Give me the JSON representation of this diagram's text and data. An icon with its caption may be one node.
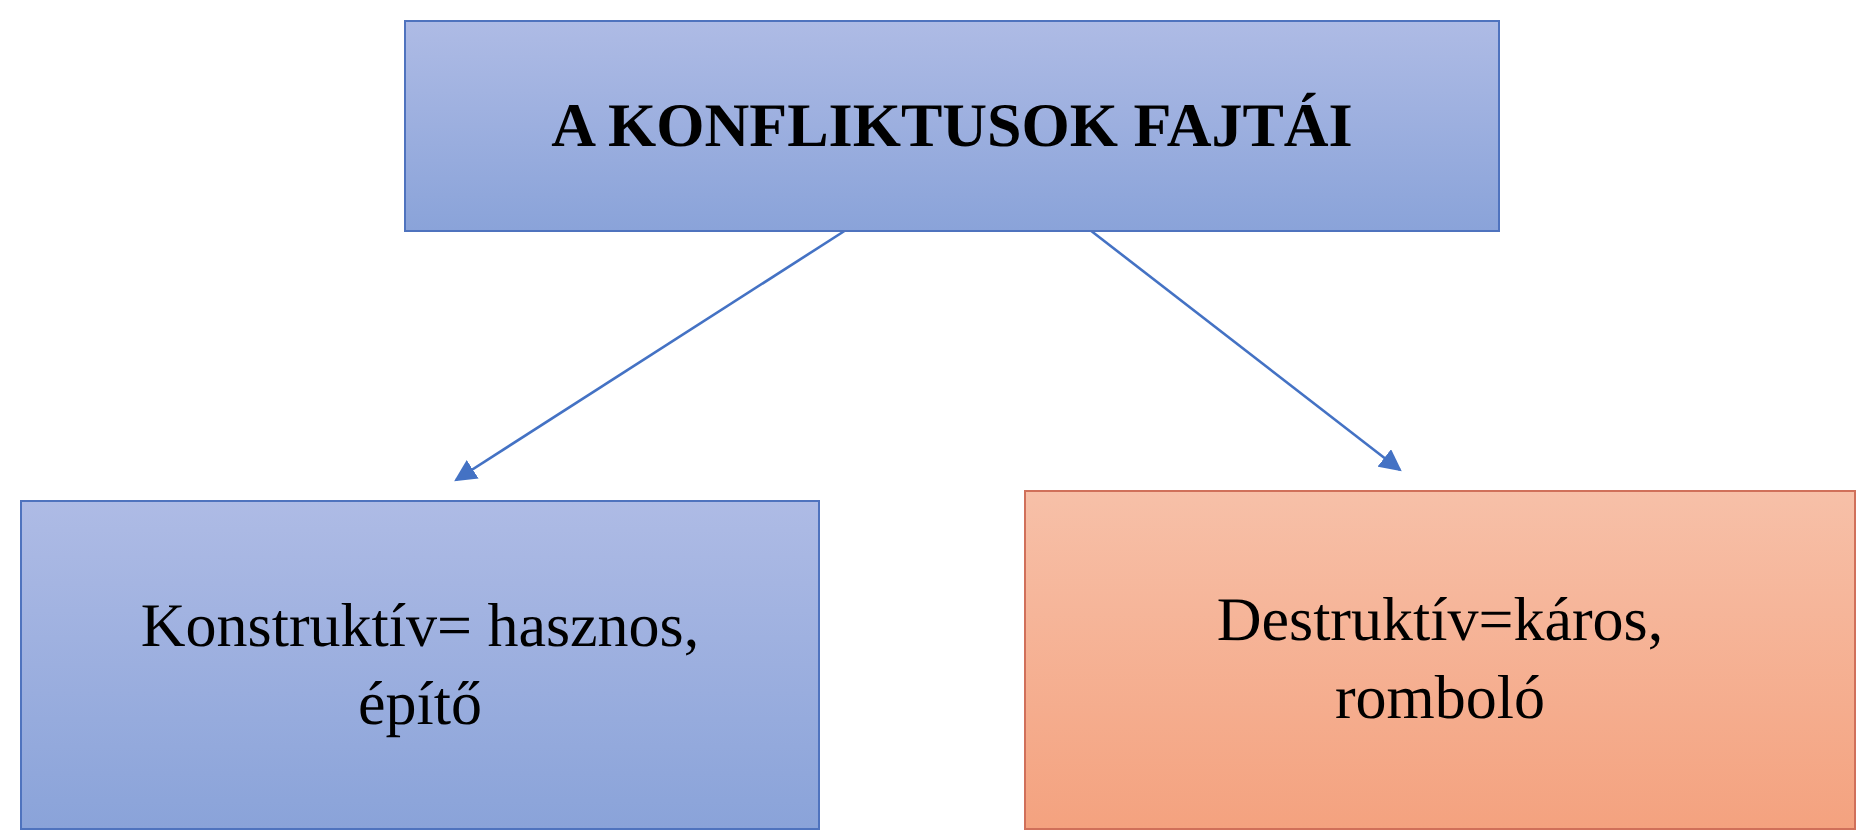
{
  "diagram": {
    "nodes": [
      {
        "text": [
          "A KONFLIKTUSOK FAJTÁI"
        ]
      },
      {
        "text": [
          "Konstruktív= hasznos, építő"
        ]
      },
      {
        "text": [
          "Destruktív=káros, romboló"
        ]
      }
    ],
    "edges": [
      {
        "from": 0,
        "to": 1,
        "arrow": "to"
      },
      {
        "from": 0,
        "to": 2,
        "arrow": "to"
      }
    ]
  }
}
